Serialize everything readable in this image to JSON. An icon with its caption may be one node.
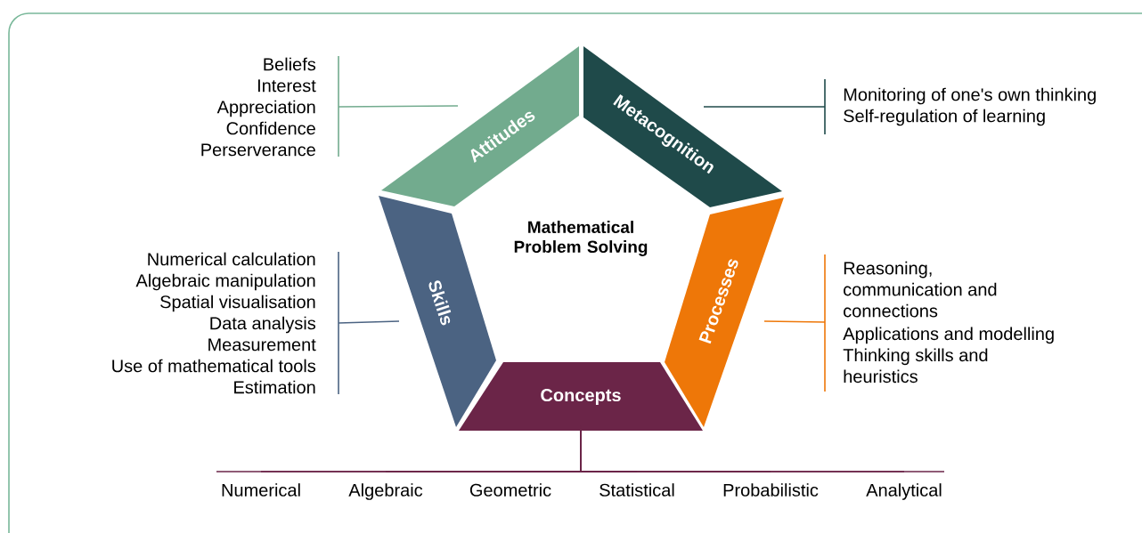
{
  "diagram": {
    "nodes": [
      {
        "text": [
          "Mathematical Problem Solving"
        ]
      },
      {
        "text": [
          "Attitudes"
        ]
      },
      {
        "text": [
          "Metacognition"
        ]
      },
      {
        "text": [
          "Skills"
        ]
      },
      {
        "text": [
          "Processes"
        ]
      },
      {
        "text": [
          "Concepts"
        ]
      },
      {
        "text": [
          "Beliefs",
          "Interest",
          "Appreciation",
          "Confidence",
          "Perserverance"
        ]
      },
      {
        "text": [
          "Monitoring of one's own thinking Self-regulation of learning"
        ]
      },
      {
        "text": [
          "Numerical calculation",
          "Algebraic manipulation",
          "Spatial visualisation",
          "Data analysis",
          "Measurement",
          "Use of mathematical tools",
          "Estimation"
        ]
      },
      {
        "text": [
          "Reasoning, communication and connections",
          "Applications and modelling Thinking skills and heuristics"
        ]
      },
      {
        "text": [
          "Numerical"
        ]
      },
      {
        "text": [
          "Algebraic"
        ]
      },
      {
        "text": [
          "Geometric"
        ]
      },
      {
        "text": [
          "Statistical"
        ]
      },
      {
        "text": [
          "Probabilistic"
        ]
      },
      {
        "text": [
          "Analytical"
        ]
      }
    ],
    "edges": [
      {
        "from": 1,
        "to": 6,
        "arrow": "none",
        "color": "#72ab8e"
      },
      {
        "from": 2,
        "to": 7,
        "arrow": "none",
        "color": "#1f4a4a"
      },
      {
        "from": 3,
        "to": 8,
        "arrow": "none",
        "color": "#4b6382"
      },
      {
        "from": 4,
        "to": 9,
        "arrow": "none",
        "color": "#ee7708"
      },
      {
        "from": 5,
        "to": 10,
        "arrow": "none"
      },
      {
        "from": 5,
        "to": 11,
        "arrow": "none"
      },
      {
        "from": 5,
        "to": 12,
        "arrow": "none"
      },
      {
        "from": 5,
        "to": 13,
        "arrow": "none"
      },
      {
        "from": 5,
        "to": 14,
        "arrow": "none"
      },
      {
        "from": 5,
        "to": 15,
        "arrow": "none"
      }
    ]
  }
}
